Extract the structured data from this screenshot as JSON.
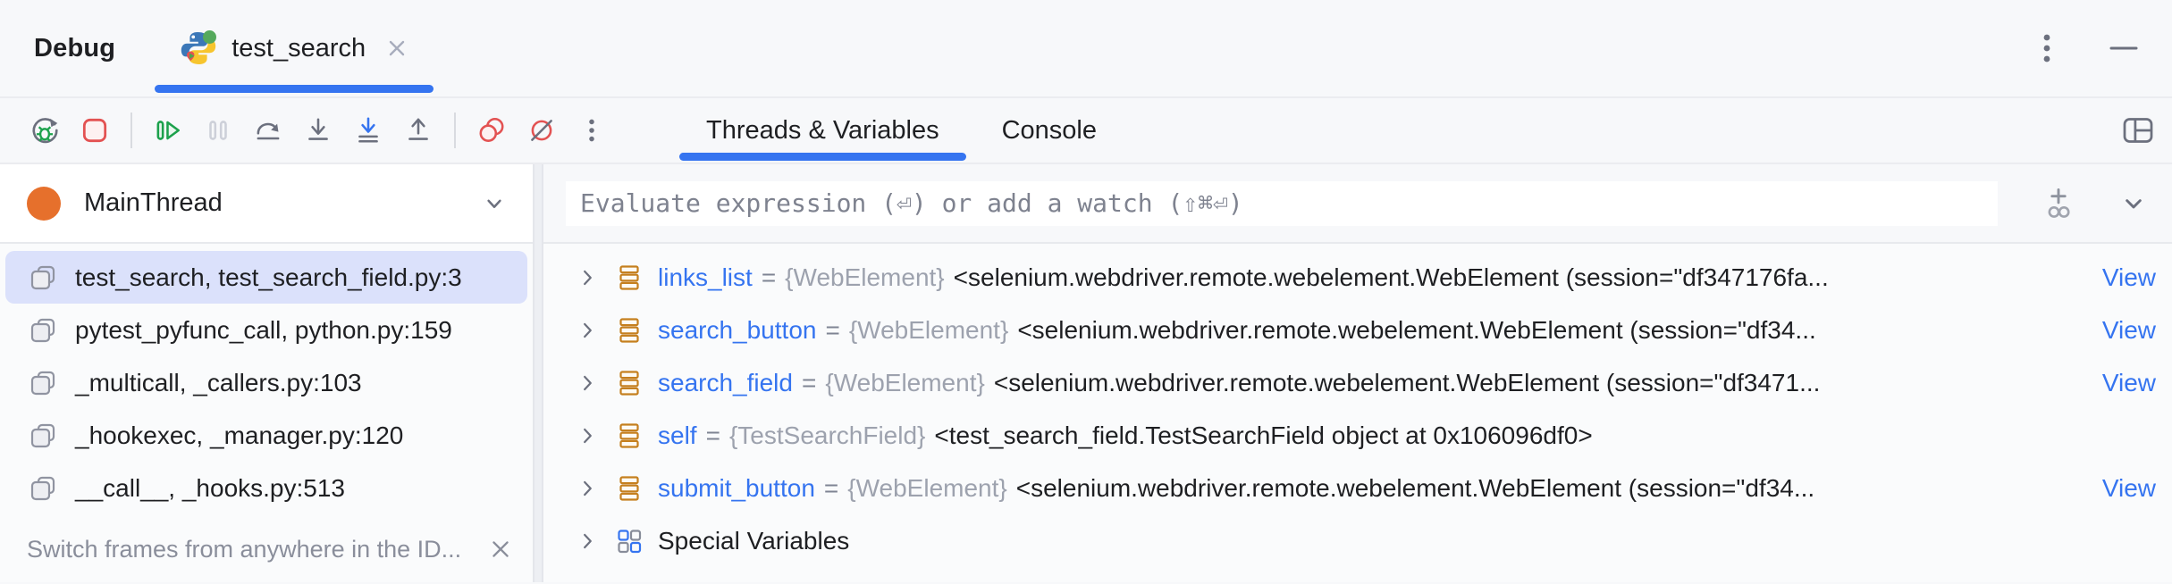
{
  "header": {
    "debug_label": "Debug",
    "tab": {
      "name": "test_search",
      "icon": "python-test-run-icon",
      "close_icon": "close-icon"
    },
    "actions": {
      "more_icon": "kebab-menu-icon",
      "minimize_icon": "minimize-icon"
    }
  },
  "toolbar": {
    "icons": [
      "rerun-debugger-icon",
      "stop-icon",
      "resume-icon",
      "pause-icon",
      "step-over-icon",
      "step-into-icon",
      "force-step-into-icon",
      "step-out-icon",
      "view-breakpoints-icon",
      "mute-breakpoints-icon",
      "more-options-icon"
    ],
    "tabs": [
      {
        "label": "Threads & Variables",
        "active": true
      },
      {
        "label": "Console",
        "active": false
      }
    ],
    "layout_icon": "layout-settings-icon"
  },
  "thread": {
    "label": "MainThread",
    "status_color": "#E6702C",
    "chevron_icon": "chevron-down-icon"
  },
  "evaluate": {
    "placeholder": "Evaluate expression (⏎) or add a watch (⇧⌘⏎)",
    "add_watch_icon": "add-watch-icon",
    "expand_icon": "chevron-down-icon"
  },
  "frames": {
    "items": [
      {
        "label": "test_search, test_search_field.py:3",
        "selected": true
      },
      {
        "label": "pytest_pyfunc_call, python.py:159",
        "selected": false
      },
      {
        "label": "_multicall, _callers.py:103",
        "selected": false
      },
      {
        "label": "_hookexec, _manager.py:120",
        "selected": false
      },
      {
        "label": "__call__, _hooks.py:513",
        "selected": false
      }
    ],
    "footer": {
      "text": "Switch frames from anywhere in the ID...",
      "close_icon": "close-icon"
    }
  },
  "variables": {
    "items": [
      {
        "name": "links_list",
        "type": "{WebElement}",
        "value": "<selenium.webdriver.remote.webelement.WebElement (session=\"df347176fa...",
        "view": "View"
      },
      {
        "name": "search_button",
        "type": "{WebElement}",
        "value": "<selenium.webdriver.remote.webelement.WebElement (session=\"df34...",
        "view": "View"
      },
      {
        "name": "search_field",
        "type": "{WebElement}",
        "value": "<selenium.webdriver.remote.webelement.WebElement (session=\"df3471...",
        "view": "View"
      },
      {
        "name": "self",
        "type": "{TestSearchField}",
        "value": "<test_search_field.TestSearchField object at 0x106096df0>",
        "view": null
      },
      {
        "name": "submit_button",
        "type": "{WebElement}",
        "value": "<selenium.webdriver.remote.webelement.WebElement (session=\"df34...",
        "view": "View"
      }
    ],
    "special_group": "Special Variables"
  },
  "colors": {
    "accent_blue": "#3574F0",
    "selection_bg": "#DBE1FB",
    "thread_orange": "#E6702C",
    "stop_red": "#E35252",
    "run_green": "#1CA14C",
    "variable_icon_orange": "#C57F1E",
    "type_gray": "#9DA2AE",
    "panel_bg": "#F7F8FA"
  }
}
